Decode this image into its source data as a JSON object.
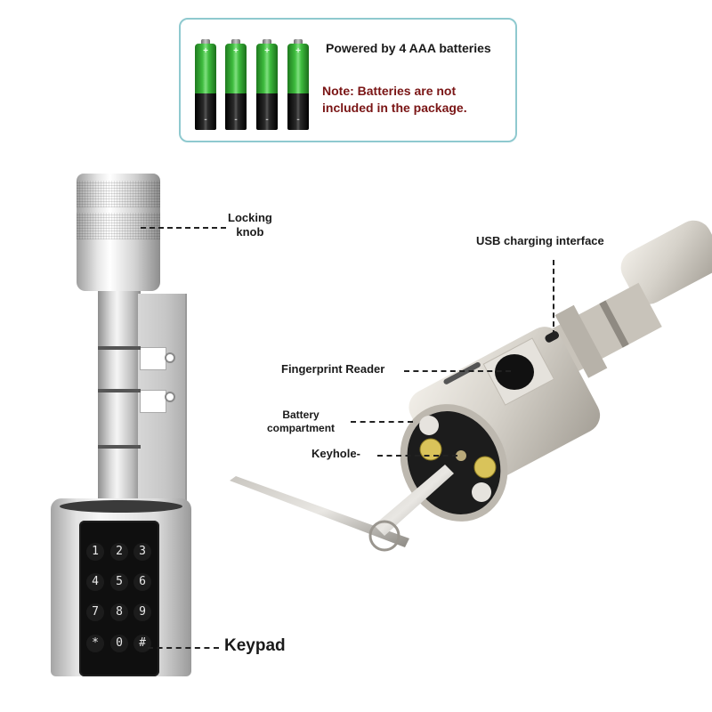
{
  "battery_info": {
    "battery_count": 4,
    "battery_plus_symbol": "+",
    "battery_minus_symbol": "-",
    "powered_text": "Powered by 4 AAA batteries",
    "note_text": "Note: Batteries are not included in the package.",
    "border_color": "#8fc9cf",
    "note_color": "#7a1515",
    "battery_color": "#3dbb3d"
  },
  "callouts": {
    "locking_knob": "Locking\nknob",
    "locking_knob_line1": "Locking",
    "locking_knob_line2": "knob",
    "usb_charging": "USB charging interface",
    "fingerprint_reader": "Fingerprint Reader",
    "battery_compartment_line1": "Battery",
    "battery_compartment_line2": "compartment",
    "keyhole": "Keyhole-",
    "keypad": "Keypad"
  },
  "keypad": {
    "keys": [
      "1",
      "2",
      "3",
      "4",
      "5",
      "6",
      "7",
      "8",
      "9",
      "*",
      "0",
      "#"
    ]
  }
}
